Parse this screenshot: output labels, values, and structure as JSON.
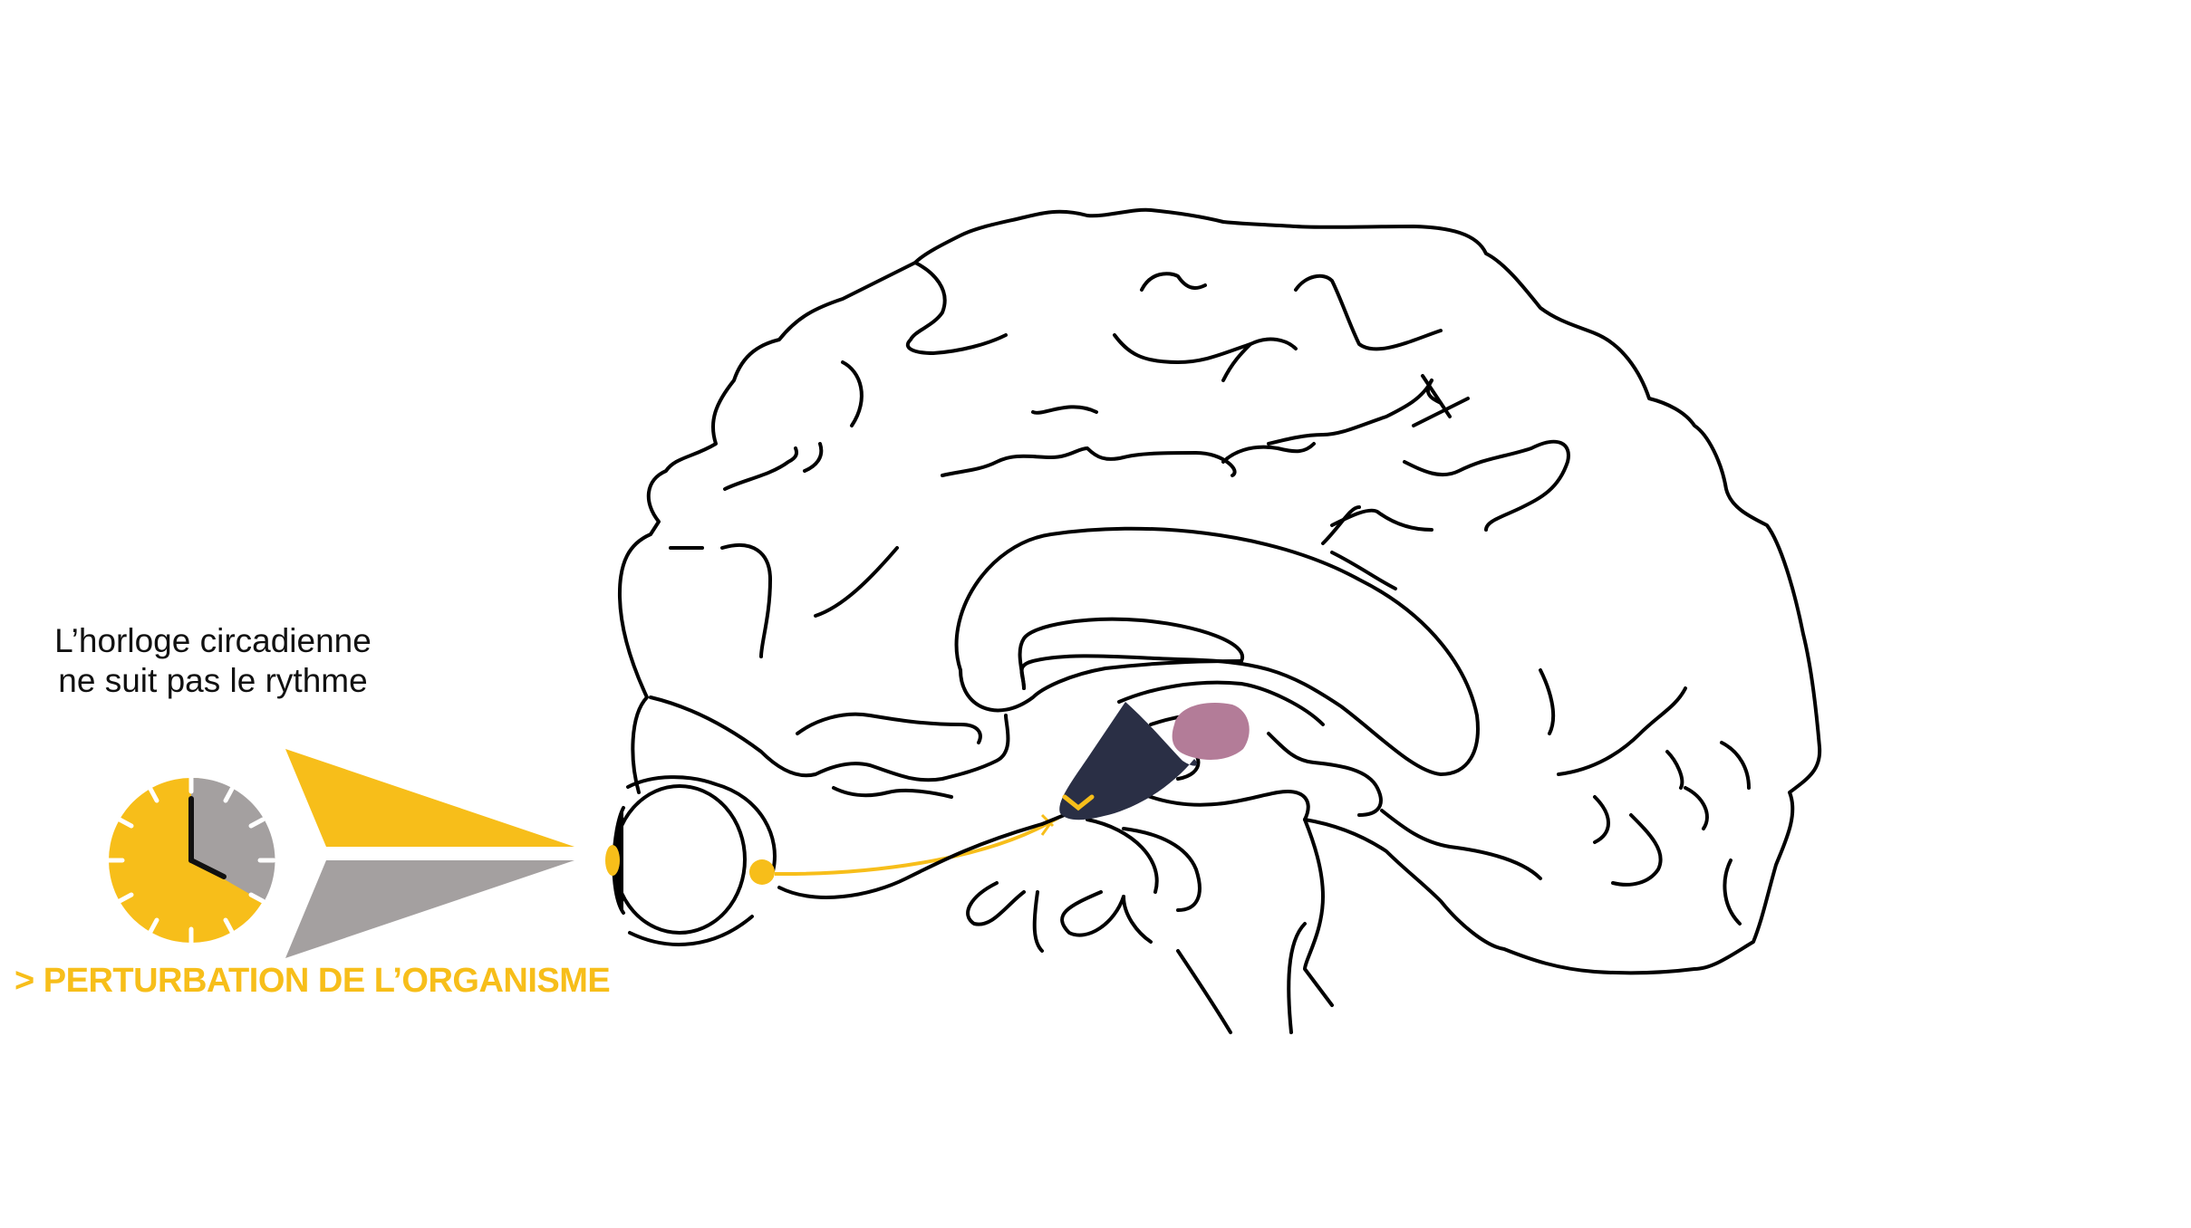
{
  "caption": {
    "line1": "L’horloge circadienne",
    "line2": "ne suit pas le rythme"
  },
  "effect_label": "> PERTURBATION DE L’ORGANISME",
  "colors": {
    "accent_yellow": "#f7be1a",
    "gray": "#a4a0a0",
    "scn_navy": "#2a2f45",
    "gland_pink": "#b37c98",
    "outline": "#000000"
  },
  "icons": [
    "clock-icon",
    "arrow-icon",
    "eye-icon",
    "brain-icon"
  ]
}
